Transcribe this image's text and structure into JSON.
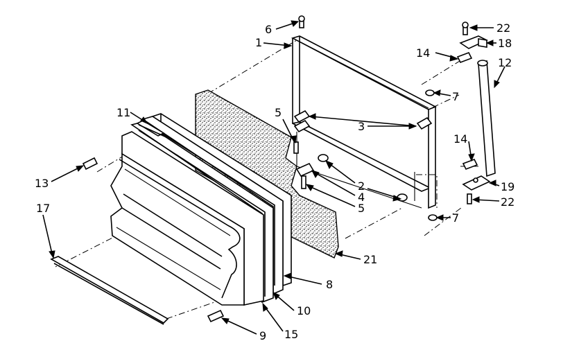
{
  "diagram": {
    "callouts": [
      {
        "id": "c1",
        "text": "1"
      },
      {
        "id": "c2",
        "text": "2"
      },
      {
        "id": "c3",
        "text": "3"
      },
      {
        "id": "c4",
        "text": "4"
      },
      {
        "id": "c5a",
        "text": "5"
      },
      {
        "id": "c5b",
        "text": "5"
      },
      {
        "id": "c6",
        "text": "6"
      },
      {
        "id": "c7a",
        "text": "7"
      },
      {
        "id": "c7b",
        "text": "7"
      },
      {
        "id": "c8",
        "text": "8"
      },
      {
        "id": "c9",
        "text": "9"
      },
      {
        "id": "c10",
        "text": "10"
      },
      {
        "id": "c11",
        "text": "11"
      },
      {
        "id": "c12",
        "text": "12"
      },
      {
        "id": "c13",
        "text": "13"
      },
      {
        "id": "c14a",
        "text": "14"
      },
      {
        "id": "c14b",
        "text": "14"
      },
      {
        "id": "c15",
        "text": "15"
      },
      {
        "id": "c17",
        "text": "17"
      },
      {
        "id": "c18",
        "text": "18"
      },
      {
        "id": "c19",
        "text": "19"
      },
      {
        "id": "c21",
        "text": "21"
      },
      {
        "id": "c22a",
        "text": "22"
      },
      {
        "id": "c22b",
        "text": "22"
      }
    ]
  }
}
